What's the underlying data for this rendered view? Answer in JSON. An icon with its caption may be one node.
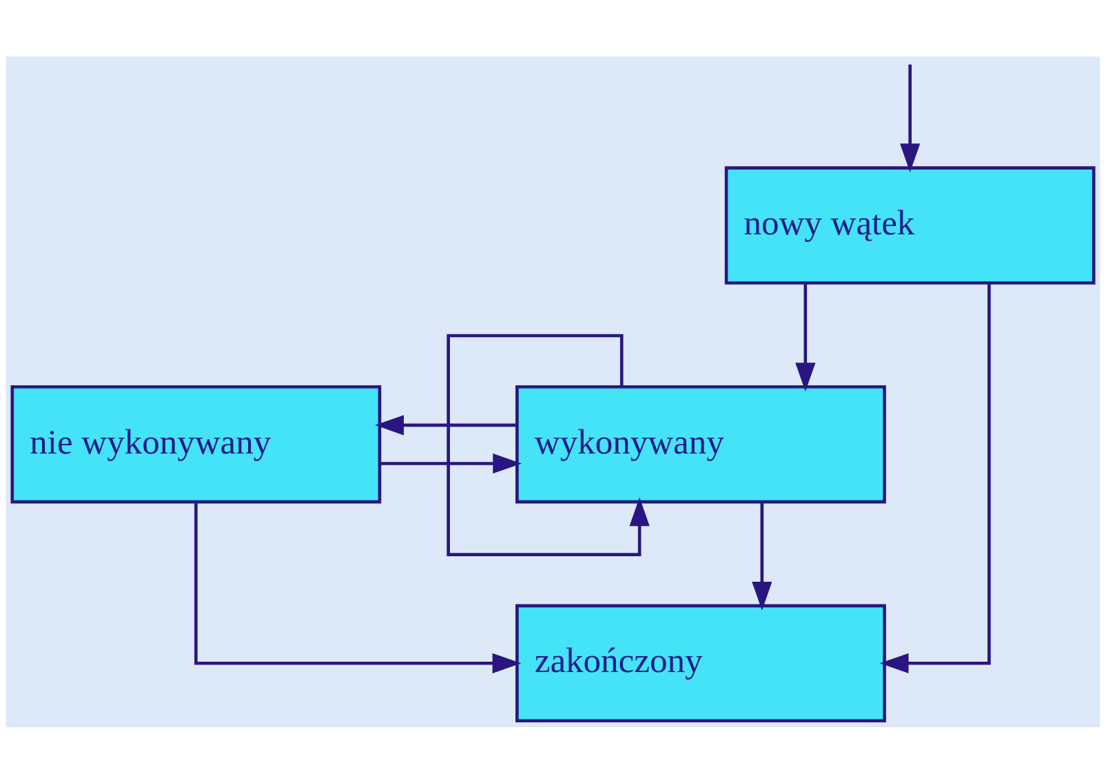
{
  "diagram": {
    "nodes": [
      {
        "text": [
          "nowy wątek"
        ]
      },
      {
        "text": [
          "wykonywany"
        ]
      },
      {
        "text": [
          "nie wykonywany"
        ]
      },
      {
        "text": [
          "zakończony"
        ]
      }
    ],
    "edges": [
      {
        "from": null,
        "to": 0,
        "arrow": "to"
      },
      {
        "from": 0,
        "to": 1,
        "arrow": "to"
      },
      {
        "from": 0,
        "to": 3,
        "arrow": "to"
      },
      {
        "from": 1,
        "to": 1,
        "arrow": "to"
      },
      {
        "from": 1,
        "to": 2,
        "arrow": "to"
      },
      {
        "from": 2,
        "to": 1,
        "arrow": "to"
      },
      {
        "from": 1,
        "to": 3,
        "arrow": "to"
      },
      {
        "from": 2,
        "to": 3,
        "arrow": "to"
      }
    ]
  }
}
